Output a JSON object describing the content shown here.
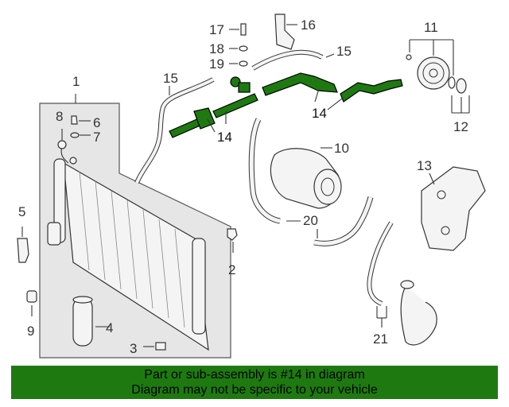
{
  "diagram": {
    "labels": {
      "l1": "1",
      "l2": "2",
      "l3": "3",
      "l4": "4",
      "l5": "5",
      "l6": "6",
      "l7": "7",
      "l8": "8",
      "l9": "9",
      "l10": "10",
      "l11": "11",
      "l12": "12",
      "l13": "13",
      "l14a": "14",
      "l14b": "14",
      "l15a": "15",
      "l15b": "15",
      "l16": "16",
      "l17": "17",
      "l18": "18",
      "l19": "19",
      "l20": "20",
      "l21": "21"
    },
    "highlight_color": "#1e7a10"
  },
  "banner": {
    "line1": "Part or sub-assembly is #14 in diagram",
    "line2": "Diagram may not be specific to your vehicle"
  }
}
